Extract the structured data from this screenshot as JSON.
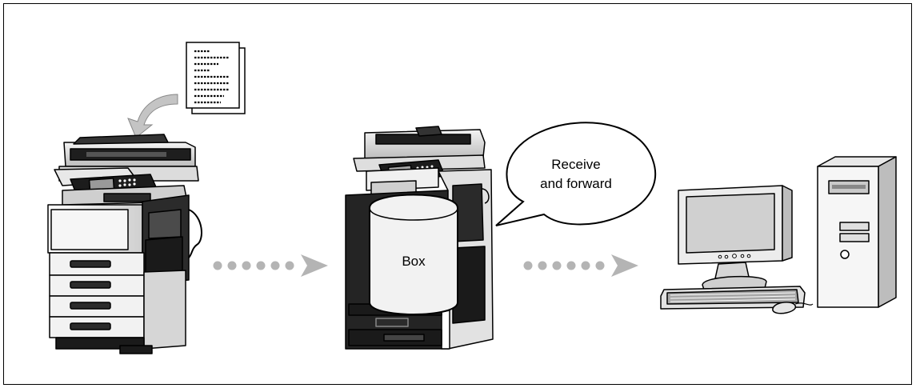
{
  "labels": {
    "box": "Box",
    "bubble_line1": "Receive",
    "bubble_line2": "and forward"
  },
  "colors": {
    "outline": "#000000",
    "gray_light": "#e6e6e6",
    "gray_mid": "#c8c8c8",
    "gray_dark": "#8c8c8c",
    "arrow": "#b4b4b4",
    "machine_dark": "#222222"
  },
  "icons": [
    "document-icon",
    "curved-arrow-icon",
    "mfp-sender",
    "mfp-receiver",
    "box-icon",
    "speech-bubble",
    "dotted-arrow-icon",
    "computer-icon"
  ]
}
